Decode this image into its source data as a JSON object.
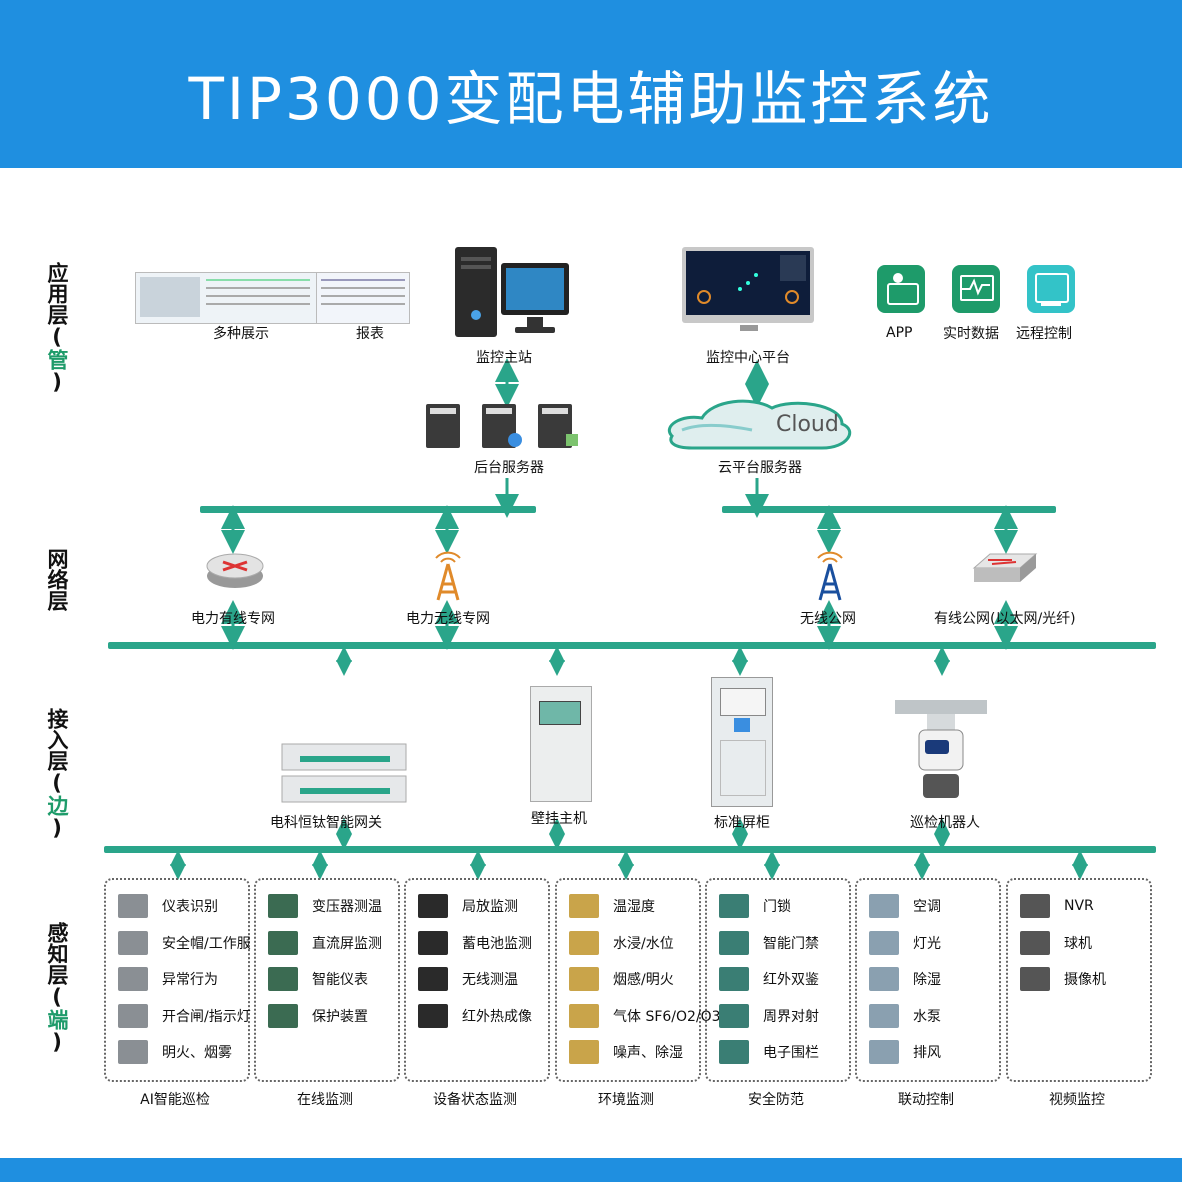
{
  "title": "TIP3000变配电辅助监控系统",
  "layers": {
    "app": {
      "main": "应用层",
      "sub": "管"
    },
    "net": {
      "main": "网络层",
      "sub": ""
    },
    "access": {
      "main": "接入层",
      "sub": "边"
    },
    "sense": {
      "main": "感知层",
      "sub": "端"
    }
  },
  "app_layer": {
    "multi_display": "多种展示",
    "report": "报表",
    "monitor_station": "监控主站",
    "backend_servers": "后台服务器",
    "monitor_center": "监控中心平台",
    "cloud_word": "Cloud",
    "cloud_servers": "云平台服务器",
    "app": "APP",
    "realtime": "实时数据",
    "remote": "远程控制"
  },
  "net_layer": {
    "wired_private": "电力有线专网",
    "wireless_private": "电力无线专网",
    "wireless_public": "无线公网",
    "wired_public": "有线公网(以太网/光纤)"
  },
  "access_layer": {
    "gateway": "电科恒钛智能网关",
    "wall_host": "壁挂主机",
    "cabinet": "标准屏柜",
    "robot": "巡检机器人"
  },
  "groups": [
    {
      "name": "AI智能巡检",
      "items": [
        "仪表识别",
        "安全帽/工作服",
        "异常行为",
        "开合闸/指示灯",
        "明火、烟雾"
      ]
    },
    {
      "name": "在线监测",
      "items": [
        "变压器测温",
        "直流屏监测",
        "智能仪表",
        "保护装置"
      ]
    },
    {
      "name": "设备状态监测",
      "items": [
        "局放监测",
        "蓄电池监测",
        "无线测温",
        "红外热成像"
      ]
    },
    {
      "name": "环境监测",
      "items": [
        "温湿度",
        "水浸/水位",
        "烟感/明火",
        "气体 SF6/O2/O3",
        "噪声、除湿"
      ]
    },
    {
      "name": "安全防范",
      "items": [
        "门锁",
        "智能门禁",
        "红外双鉴",
        "周界对射",
        "电子围栏"
      ]
    },
    {
      "name": "联动控制",
      "items": [
        "空调",
        "灯光",
        "除湿",
        "水泵",
        "排风"
      ]
    },
    {
      "name": "视频监控",
      "items": [
        "NVR",
        "球机",
        "摄像机"
      ]
    }
  ],
  "colors": {
    "header": "#1f8fe0",
    "bus": "#2aa58a",
    "highlight": "#1e9b6a"
  }
}
